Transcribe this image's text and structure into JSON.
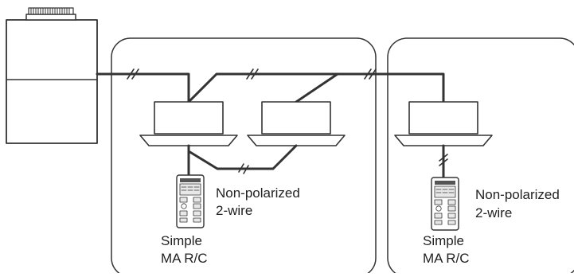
{
  "colors": {
    "line": "#333333",
    "fill": "#ffffff",
    "panel": "#e8e8e8",
    "panel_dark": "#555555"
  },
  "labels": {
    "left_wire": {
      "line1": "Non-polarized",
      "line2": "2-wire"
    },
    "left_controller": {
      "line1": "Simple",
      "line2": "MA R/C"
    },
    "right_wire": {
      "line1": "Non-polarized",
      "line2": "2-wire"
    },
    "right_controller": {
      "line1": "Simple",
      "line2": "MA R/C"
    }
  }
}
